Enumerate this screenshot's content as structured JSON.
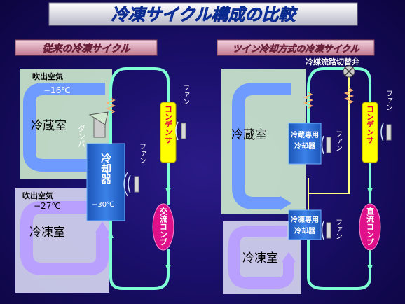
{
  "title": "冷凍サイクル構成の比較",
  "left_panel": {
    "heading": "従来の冷凍サイクル",
    "fridge_label": "冷蔵室",
    "freezer_label": "冷凍室",
    "fridge_air_label": "吹出空気",
    "fridge_air_temp": "−16℃",
    "freezer_air_label": "吹出空気",
    "freezer_air_temp": "−27℃",
    "damper_label": "ダンパ",
    "cooler_label": "冷却器",
    "cooler_temp": "−30℃",
    "fan_label_cooler": "ファン",
    "fan_label_condenser": "ファン",
    "condenser_label": "コンデンサ",
    "compressor_label": "交流コンプ"
  },
  "right_panel": {
    "heading": "ツイン冷却方式の冷凍サイクル",
    "valve_label": "冷媒流路切替弁",
    "fridge_label": "冷蔵室",
    "freezer_label": "冷凍室",
    "fridge_cooler_label_1": "冷蔵専用",
    "fridge_cooler_label_2": "冷却器",
    "freezer_cooler_label_1": "冷凍専用",
    "freezer_cooler_label_2": "冷却器",
    "fan_label_fridge": "ファン",
    "fan_label_freezer": "ファン",
    "fan_label_condenser": "ファン",
    "condenser_label": "コンデンサ",
    "compressor_label": "直流コンプ"
  },
  "colors": {
    "pipe": "#7fffd4",
    "fridge_air": "#6f9bff",
    "freezer_air": "#b9a0ff",
    "cooler": "#2e6fd8",
    "condenser": "#ffff00",
    "compressor": "#e0108a",
    "title_text": "#2f73ff",
    "heading_bg": "#d9a0b4"
  }
}
